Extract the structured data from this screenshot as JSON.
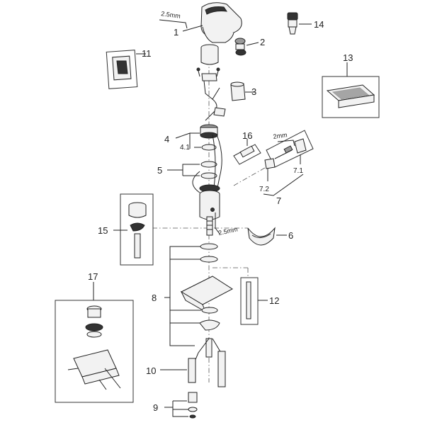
{
  "callouts": {
    "c1": "1",
    "c2": "2",
    "c3": "3",
    "c4": "4",
    "c41": "4.1",
    "c5": "5",
    "c6": "6",
    "c7": "7",
    "c71": "7.1",
    "c72": "7.2",
    "c8": "8",
    "c9": "9",
    "c10": "10",
    "c11": "11",
    "c12": "12",
    "c13": "13",
    "c14": "14",
    "c15": "15",
    "c16": "16",
    "c17": "17"
  },
  "tool_sizes": {
    "allen_top": "2.5mm",
    "allen_body": "2.5mm",
    "allen_lever": "2mm"
  },
  "icons": {
    "exploded_view": "faucet-exploded-diagram-icon"
  }
}
